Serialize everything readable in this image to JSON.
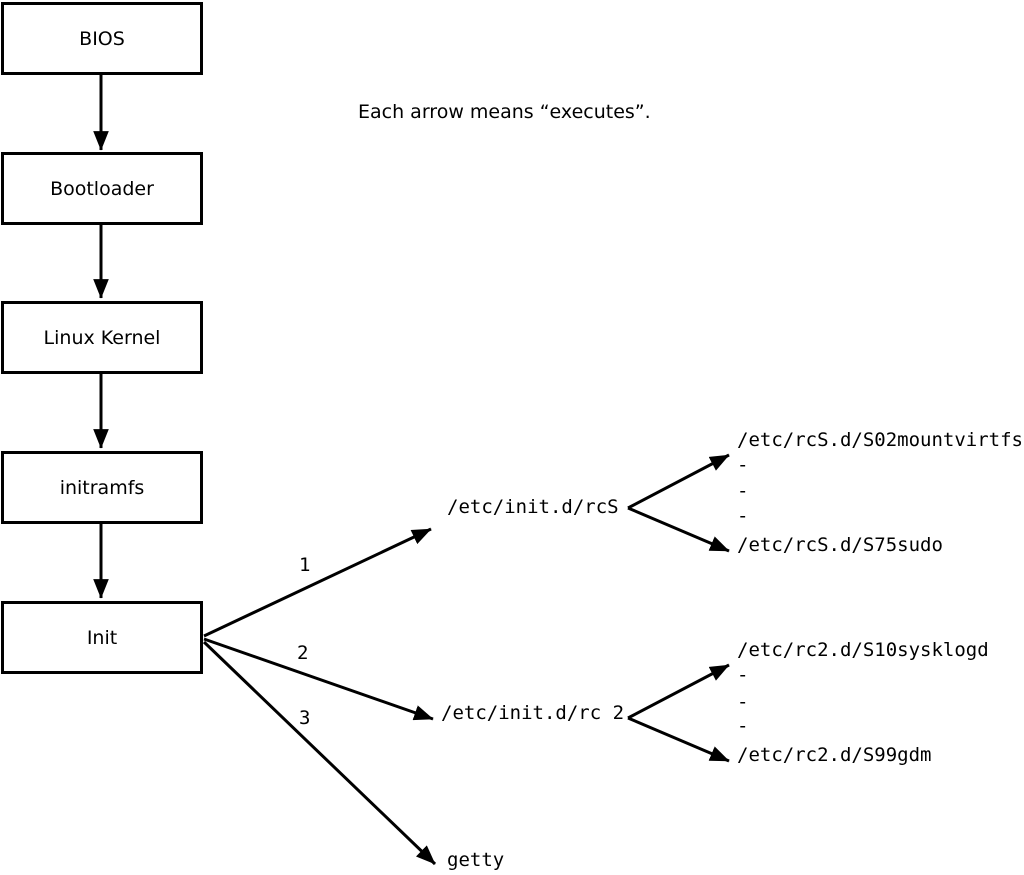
{
  "caption": "Each arrow means “executes”.",
  "colors": {
    "line": "#000000",
    "background": "#ffffff"
  },
  "boxes": [
    {
      "label": "BIOS"
    },
    {
      "label": "Bootloader"
    },
    {
      "label": "Linux Kernel"
    },
    {
      "label": "initramfs"
    },
    {
      "label": "Init"
    }
  ],
  "branches": [
    {
      "number": "1",
      "target": "/etc/init.d/rcS",
      "children": [
        "/etc/rcS.d/S02mountvirtfs",
        "-",
        "-",
        "-",
        "/etc/rcS.d/S75sudo"
      ]
    },
    {
      "number": "2",
      "target": "/etc/init.d/rc 2",
      "children": [
        "/etc/rc2.d/S10sysklogd",
        "-",
        "-",
        "-",
        "/etc/rc2.d/S99gdm"
      ]
    },
    {
      "number": "3",
      "target": "getty"
    }
  ]
}
